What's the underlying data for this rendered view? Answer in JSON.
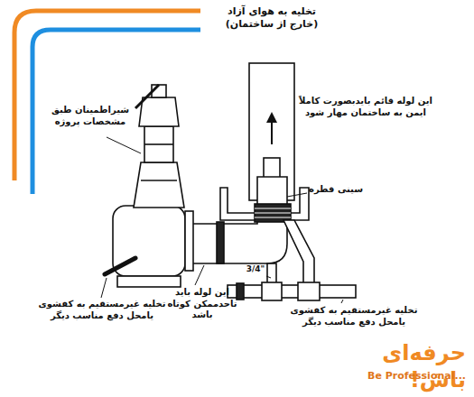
{
  "diagram": {
    "labels": [
      "تخلیه به هوای آزاد (خارج از ساختمان)",
      "شیراطمینان طبق مشخصات پروژه",
      "این لوله قائم بایدبصورت کاملاً ایمن به ساختمان مهار شود",
      "سینی قطره",
      "3/4\"",
      "تخلیه غیرمستقیم به کفشوی یامحل دفع مناسب دیگر",
      "این لوله باید تاحدممکن کوتاه باشد",
      "تخلیه غیرمستقیم به کفشوی یامحل دفع مناسب دیگر",
      "حرفه‌ای باش!",
      "Be Professional..."
    ]
  }
}
